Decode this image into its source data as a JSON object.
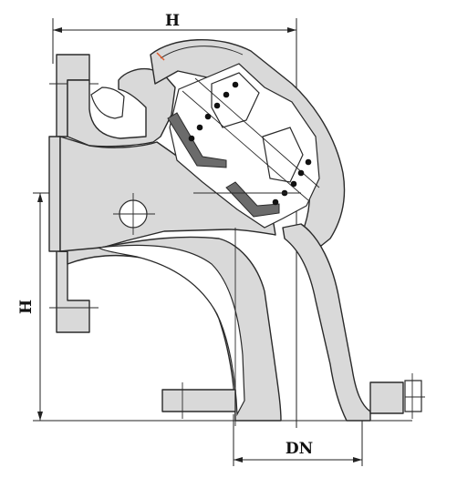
{
  "dimensions": {
    "top_width_label": "H",
    "left_height_label": "H",
    "bottom_bore_label": "DN"
  },
  "colors": {
    "body_fill": "#d9d9d9",
    "outline": "#2a2a2a",
    "seal": "#6b6b6b",
    "marker": "#e05a2a"
  }
}
